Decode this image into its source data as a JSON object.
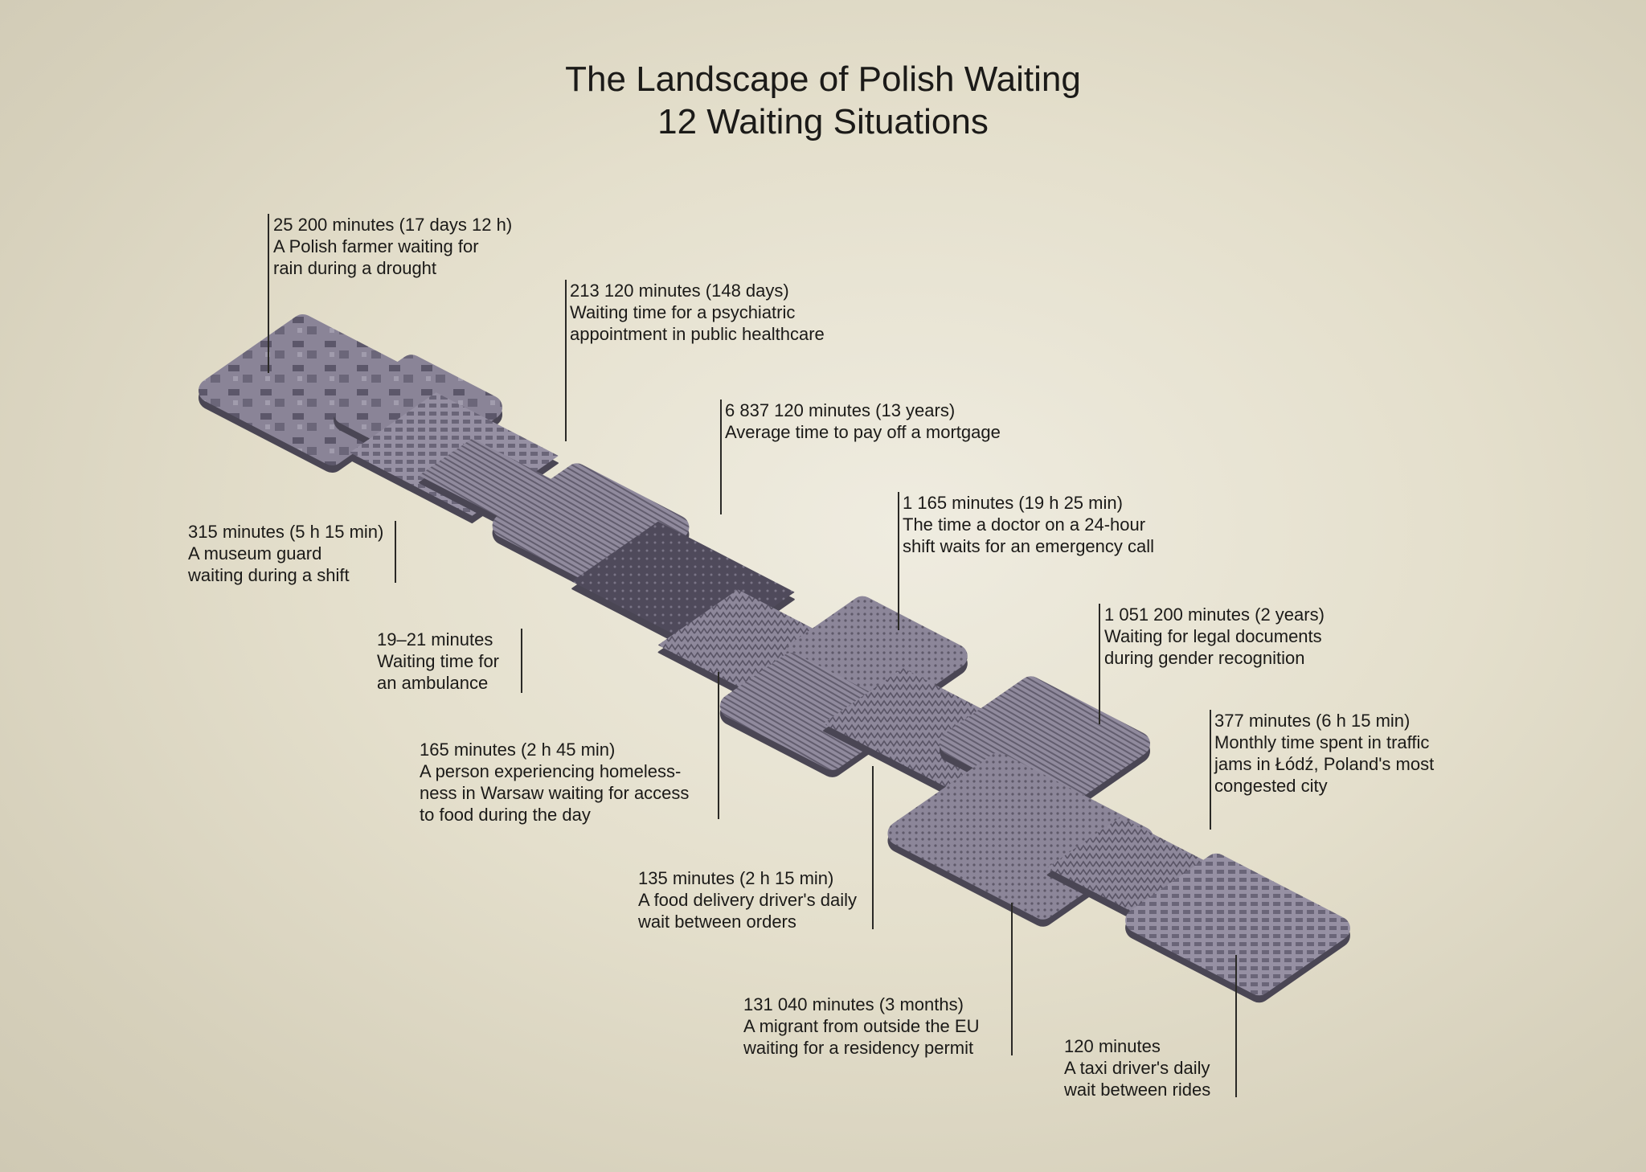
{
  "title": {
    "line1": "The Landscape of Polish Waiting",
    "line2": "12 Waiting Situations"
  },
  "labels": [
    {
      "duration": "25 200 minutes (17 days 12 h)",
      "desc": [
        "A Polish farmer waiting for",
        "rain during a drought"
      ]
    },
    {
      "duration": "213 120 minutes (148 days)",
      "desc": [
        "Waiting time for a psychiatric",
        "appointment in public healthcare"
      ]
    },
    {
      "duration": "6 837 120 minutes (13 years)",
      "desc": [
        "Average time to pay off a mortgage"
      ]
    },
    {
      "duration": "1 165 minutes (19 h 25 min)",
      "desc": [
        "The time a doctor on a 24-hour",
        "shift waits for an emergency call"
      ]
    },
    {
      "duration": "1 051 200 minutes (2 years)",
      "desc": [
        "Waiting for legal documents",
        "during gender recognition"
      ]
    },
    {
      "duration": "377 minutes (6 h 15 min)",
      "desc": [
        "Monthly time spent in traffic",
        "jams in Łódź, Poland's most",
        "congested city"
      ]
    },
    {
      "duration": "315 minutes (5 h 15 min)",
      "desc": [
        "A museum guard",
        "waiting during a shift"
      ]
    },
    {
      "duration": "19–21 minutes",
      "desc": [
        "Waiting time for",
        "an ambulance"
      ]
    },
    {
      "duration": "165 minutes (2 h 45 min)",
      "desc": [
        "A person experiencing homeless-",
        "ness in Warsaw waiting for access",
        "to food during the day"
      ]
    },
    {
      "duration": "135 minutes (2 h 15 min)",
      "desc": [
        "A food delivery driver's daily",
        "wait between orders"
      ]
    },
    {
      "duration": "131 040 minutes (3 months)",
      "desc": [
        "A migrant from outside the EU",
        "waiting for a residency permit"
      ]
    },
    {
      "duration": "120 minutes",
      "desc": [
        "A taxi driver's daily",
        "wait between rides"
      ]
    }
  ],
  "colors": {
    "tile": "#8c8699",
    "tile_dark": "#5a5566",
    "tile_edge": "#4a4654",
    "text": "#1b1a18"
  }
}
